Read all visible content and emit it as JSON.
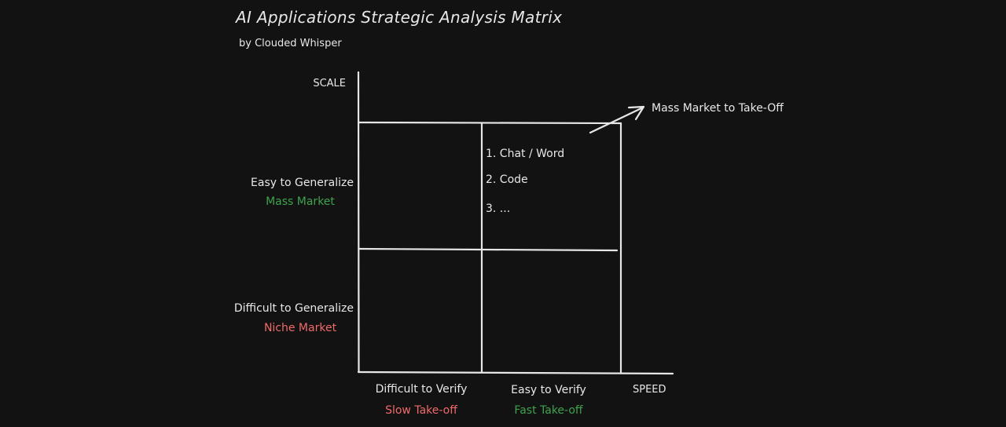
{
  "colors": {
    "background": "#121212",
    "line": "#e6e6e6",
    "text": "#e8e8e8",
    "green": "#3fa34d",
    "red": "#f06a6a"
  },
  "header": {
    "title": "AI Applications Strategic Analysis Matrix",
    "subtitle": "by Clouded Whisper"
  },
  "y_axis": {
    "label": "SCALE",
    "top_row": {
      "label": "Easy to Generalize",
      "sublabel": "Mass Market"
    },
    "bottom_row": {
      "label": "Difficult to Generalize",
      "sublabel": "Niche Market"
    }
  },
  "x_axis": {
    "label": "SPEED",
    "left_column": {
      "label": "Difficult to Verify",
      "sublabel": "Slow Take-off"
    },
    "right_column": {
      "label": "Easy to Verify",
      "sublabel": "Fast Take-off"
    }
  },
  "quadrant_top_right": {
    "items": [
      "1. Chat / Word",
      "2. Code",
      "3. ..."
    ]
  },
  "arrow_annotation": {
    "label": "Mass Market to Take-Off"
  }
}
